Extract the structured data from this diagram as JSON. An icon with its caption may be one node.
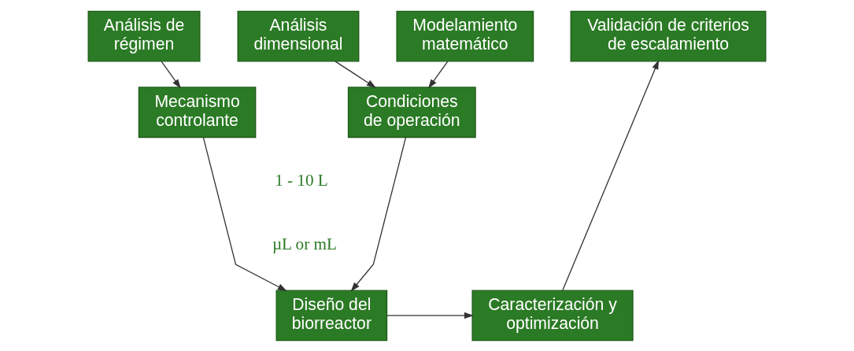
{
  "diagram": {
    "nodes": [
      {
        "text": [
          "Análisis de régimen"
        ]
      },
      {
        "text": [
          "Análisis dimensional"
        ]
      },
      {
        "text": [
          "Modelamiento matemático"
        ]
      },
      {
        "text": [
          "Validación de criterios de escalamiento"
        ]
      },
      {
        "text": [
          "Mecanismo controlante"
        ]
      },
      {
        "text": [
          "Condiciones de operación"
        ]
      },
      {
        "text": [
          "Diseño del biorreactor"
        ]
      },
      {
        "text": [
          "Caracterización y optimización"
        ]
      }
    ],
    "edges": [
      {
        "from": 0,
        "to": 4,
        "arrow": "to"
      },
      {
        "from": 1,
        "to": 5,
        "arrow": "to"
      },
      {
        "from": 2,
        "to": 5,
        "arrow": "to"
      },
      {
        "from": 4,
        "to": 6,
        "arrow": "to"
      },
      {
        "from": 5,
        "to": 6,
        "arrow": "to"
      },
      {
        "from": 6,
        "to": 7,
        "arrow": "to"
      },
      {
        "from": 7,
        "to": 3,
        "arrow": "to"
      }
    ],
    "labels": [
      "1 - 10 L",
      "µL or mL"
    ]
  }
}
